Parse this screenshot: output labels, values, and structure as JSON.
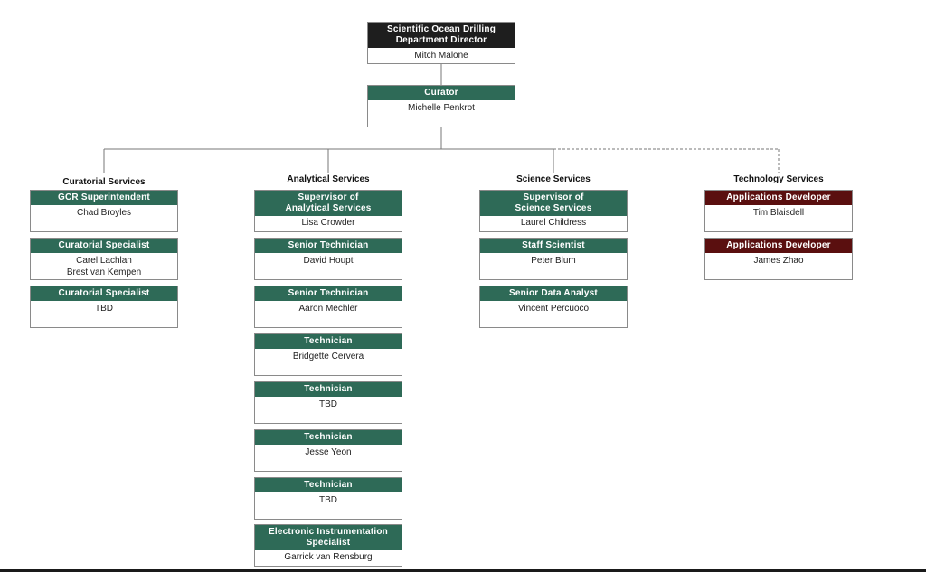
{
  "director": {
    "title": "Scientific Ocean Drilling Department Director",
    "name": "Mitch Malone"
  },
  "curator": {
    "title": "Curator",
    "name": "Michelle Penkrot"
  },
  "departments": [
    {
      "name": "Curatorial Services",
      "roles": [
        {
          "title": "GCR Superintendent",
          "names": [
            "Chad Broyles"
          ]
        },
        {
          "title": "Curatorial Specialist",
          "names": [
            "Carel Lachlan",
            "Brest van Kempen"
          ]
        },
        {
          "title": "Curatorial Specialist",
          "names": [
            "TBD"
          ]
        }
      ]
    },
    {
      "name": "Analytical Services",
      "roles": [
        {
          "title": "Supervisor of Analytical Services",
          "names": [
            "Lisa Crowder"
          ]
        },
        {
          "title": "Senior Technician",
          "names": [
            "David Houpt"
          ]
        },
        {
          "title": "Senior Technician",
          "names": [
            "Aaron Mechler"
          ]
        },
        {
          "title": "Technician",
          "names": [
            "Bridgette Cervera"
          ]
        },
        {
          "title": "Technician",
          "names": [
            "TBD"
          ]
        },
        {
          "title": "Technician",
          "names": [
            "Jesse Yeon"
          ]
        },
        {
          "title": "Technician",
          "names": [
            "TBD"
          ]
        },
        {
          "title": "Electronic Instrumentation Specialist",
          "names": [
            "Garrick van Rensburg"
          ]
        }
      ]
    },
    {
      "name": "Science Services",
      "roles": [
        {
          "title": "Supervisor of Science Services",
          "names": [
            "Laurel Childress"
          ]
        },
        {
          "title": "Staff Scientist",
          "names": [
            "Peter Blum"
          ]
        },
        {
          "title": "Senior Data Analyst",
          "names": [
            "Vincent Percuoco"
          ]
        }
      ]
    },
    {
      "name": "Technology Services",
      "roles": [
        {
          "title": "Applications Developer",
          "names": [
            "Tim Blaisdell"
          ]
        },
        {
          "title": "Applications Developer",
          "names": [
            "James Zhao"
          ]
        }
      ]
    }
  ],
  "colors": {
    "green": "#2e6a57",
    "dark": "#1e1e1e",
    "maroon": "#5a0f0f",
    "line": "#777777"
  }
}
